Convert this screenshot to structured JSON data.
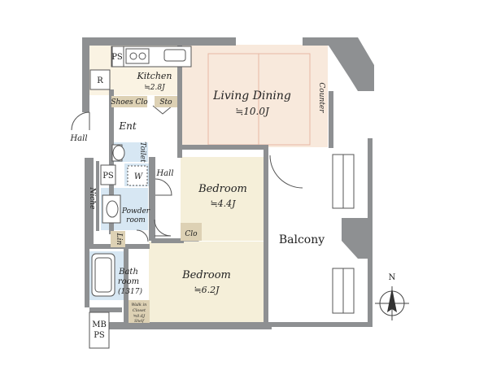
{
  "colors": {
    "wall": "#8e9092",
    "living": "#f8e9dc",
    "living_lines": "#e7b7a4",
    "bedroom": "#f5efd9",
    "kitchen": "#faf3e3",
    "wet": "#d7e7f3",
    "closet": "#ddd1b4",
    "balcony": "#ffffff"
  },
  "rooms": {
    "kitchen": {
      "name": "Kitchen",
      "area": "≒2.8J"
    },
    "ps_top": "PS",
    "refrigerator": "R",
    "shoes_closet": "Shoes Clo",
    "storage": "Sto",
    "entrance": "Ent",
    "hall_outside": "Hall",
    "living_dining": {
      "name": "Living Dining",
      "area": "≒10.0J"
    },
    "counter": "Counter",
    "toilet": "Toilet",
    "ps_mid": "PS",
    "washer": "W",
    "hall_inner": "Hall",
    "niche": "Niche",
    "powder_room": [
      "Powder",
      "room"
    ],
    "linen": "Lin",
    "bedroom_1": {
      "name": "Bedroom",
      "area": "≒4.4J"
    },
    "closet": "Clo",
    "balcony": "Balcony",
    "bathroom": [
      "Bath",
      "room",
      "(1317)"
    ],
    "bedroom_2": {
      "name": "Bedroom",
      "area": "≒6.2J"
    },
    "walk_in_closet": [
      "Walk in",
      "Closet",
      "≒0.6J",
      "Shelf"
    ],
    "mb_ps": [
      "MB",
      "PS"
    ]
  },
  "compass": {
    "label": "N",
    "direction": "north-up"
  }
}
